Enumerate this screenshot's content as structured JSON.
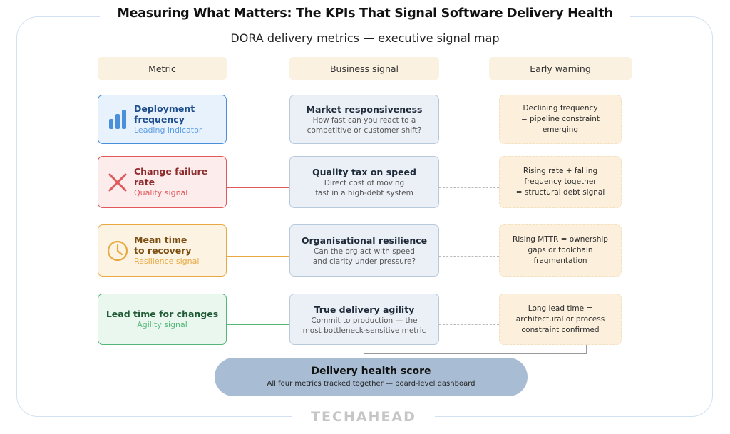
{
  "title": "Measuring What Matters: The KPIs That Signal Software Delivery Health",
  "subtitle": "DORA delivery metrics — executive signal map",
  "columns": [
    "Metric",
    "Business signal",
    "Early warning"
  ],
  "colors": {
    "blue": "#4a8fdb",
    "red": "#e0595b",
    "amber": "#e8a943",
    "green": "#52b777",
    "score_fill": "#a8bdd4"
  },
  "rows": [
    {
      "metric": {
        "name_line1": "Deployment",
        "name_line2": "frequency",
        "sub": "Leading indicator",
        "icon": "bar-chart-icon"
      },
      "signal": {
        "title": "Market responsiveness",
        "line1": "How fast can you react to a",
        "line2": "competitive or customer shift?"
      },
      "warning": {
        "line1": "Declining frequency",
        "line2": "= pipeline constraint",
        "line3": "emerging"
      }
    },
    {
      "metric": {
        "name_line1": "Change failure rate",
        "name_line2": "",
        "sub": "Quality signal",
        "icon": "x-cross-icon"
      },
      "signal": {
        "title": "Quality tax on speed",
        "line1": "Direct cost of moving",
        "line2": "fast in a high-debt system"
      },
      "warning": {
        "line1": "Rising rate + falling",
        "line2": "frequency together",
        "line3": "= structural debt signal"
      }
    },
    {
      "metric": {
        "name_line1": "Mean time",
        "name_line2": "to recovery",
        "sub": "Resilience signal",
        "icon": "clock-icon"
      },
      "signal": {
        "title": "Organisational resilience",
        "line1": "Can the org act with speed",
        "line2": "and clarity under pressure?"
      },
      "warning": {
        "line1": "Rising MTTR = ownership",
        "line2": "gaps or toolchain",
        "line3": "fragmentation"
      }
    },
    {
      "metric": {
        "name_line1": "Lead time for changes",
        "name_line2": "",
        "sub": "Agility signal",
        "icon": ""
      },
      "signal": {
        "title": "True delivery agility",
        "line1": "Commit to production — the",
        "line2": "most bottleneck-sensitive metric"
      },
      "warning": {
        "line1": "Long lead time =",
        "line2": "architectural or process",
        "line3": "constraint confirmed"
      }
    }
  ],
  "score": {
    "title": "Delivery health score",
    "subtitle": "All four metrics tracked together — board-level dashboard"
  },
  "brand": "TECHAHEAD"
}
